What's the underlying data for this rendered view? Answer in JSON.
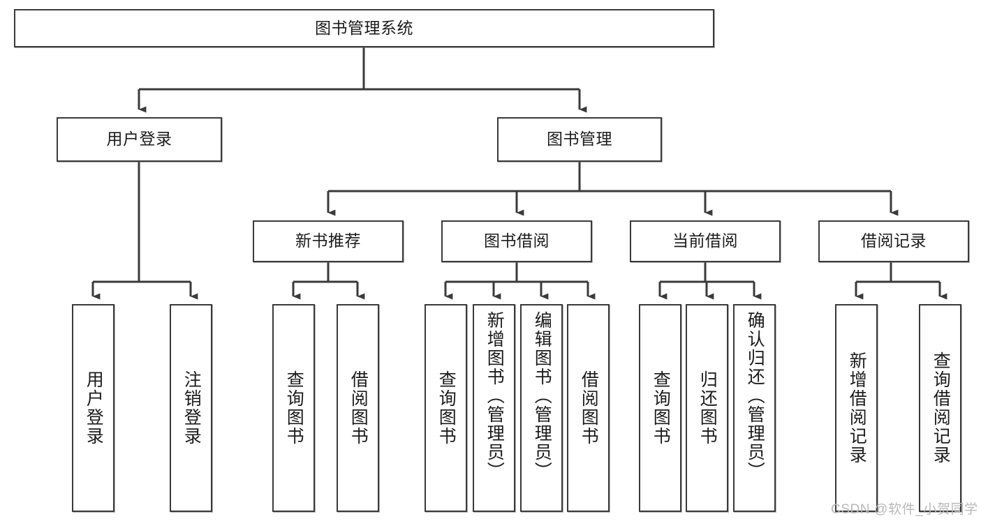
{
  "diagram": {
    "type": "tree-hierarchy",
    "title": "图书管理系统",
    "edge_color": "#3a3a3a",
    "box_border_color": "#3a3a3a",
    "box_fill_color": "#ffffff",
    "text_color": "#1b1b1b"
  },
  "nodes": {
    "root": {
      "label": "图书管理系统"
    },
    "level1": [
      {
        "id": "user-login",
        "label": "用户登录"
      },
      {
        "id": "book-manage",
        "label": "图书管理"
      }
    ],
    "level2": [
      {
        "id": "new-book-recommend",
        "label": "新书推荐"
      },
      {
        "id": "book-borrow",
        "label": "图书借阅"
      },
      {
        "id": "current-borrow",
        "label": "当前借阅"
      },
      {
        "id": "borrow-record",
        "label": "借阅记录"
      }
    ],
    "leaves": {
      "user_login": [
        {
          "id": "leaf-user-login",
          "label": "用户登录"
        },
        {
          "id": "leaf-logout-login",
          "label": "注销登录"
        }
      ],
      "new_book_recommend": [
        {
          "id": "leaf-query-book-1",
          "label": "查询图书"
        },
        {
          "id": "leaf-borrow-book-1",
          "label": "借阅图书"
        }
      ],
      "book_borrow": [
        {
          "id": "leaf-query-book-2",
          "label": "查询图书"
        },
        {
          "id": "leaf-add-book",
          "label": "新增图书（管理员）"
        },
        {
          "id": "leaf-edit-book",
          "label": "编辑图书（管理员）"
        },
        {
          "id": "leaf-borrow-book-2",
          "label": "借阅图书"
        }
      ],
      "current_borrow": [
        {
          "id": "leaf-query-book-3",
          "label": "查询图书"
        },
        {
          "id": "leaf-return-book",
          "label": "归还图书"
        },
        {
          "id": "leaf-confirm-return",
          "label": "确认归还（管理员）"
        }
      ],
      "borrow_record": [
        {
          "id": "leaf-add-record",
          "label": "新增借阅记录"
        },
        {
          "id": "leaf-query-record",
          "label": "查询借阅记录"
        }
      ]
    }
  },
  "watermark": {
    "text": "CSDN @软件_小贺同学",
    "color": "#b9b9b9"
  }
}
